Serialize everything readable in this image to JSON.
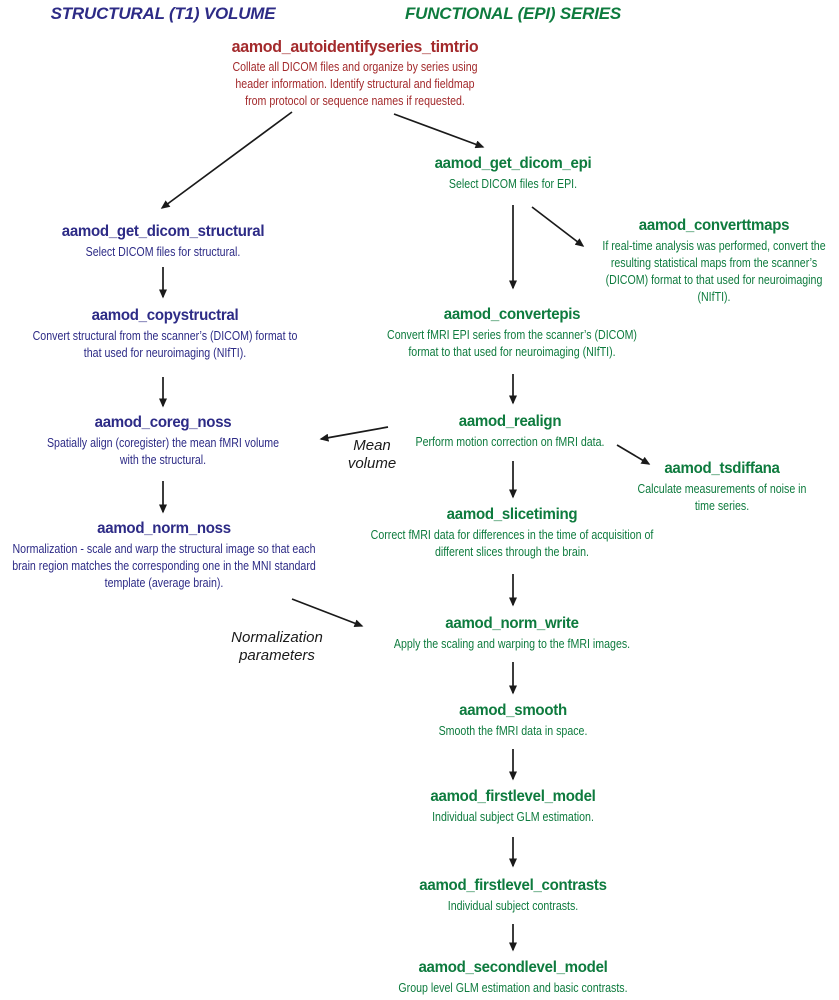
{
  "diagram": {
    "kind": "fMRI analysis pipeline flowchart",
    "colors": {
      "structural_column": "#2d2b86",
      "functional_column": "#0e7b3e",
      "identify_node": "#a32a2c",
      "arrows_and_labels": "#1a1a1a",
      "background": "#ffffff"
    },
    "headers": {
      "structural": "STRUCTURAL (T1) VOLUME",
      "functional": "FUNCTIONAL (EPI) SERIES"
    },
    "nodes": [
      {
        "id": "aamod_autoidentifyseries_timtrio",
        "title": "aamod_autoidentifyseries_timtrio",
        "desc": "Collate all DICOM files and organize by series using\nheader information. Identify structural and fieldmap\nfrom protocol or sequence names if requested."
      },
      {
        "id": "aamod_get_dicom_epi",
        "title": "aamod_get_dicom_epi",
        "desc": "Select DICOM files for EPI."
      },
      {
        "id": "aamod_get_dicom_structural",
        "title": "aamod_get_dicom_structural",
        "desc": "Select DICOM files for structural."
      },
      {
        "id": "aamod_converttmaps",
        "title": "aamod_converttmaps",
        "desc": "If real-time analysis was performed, convert the\nresulting statistical maps from the scanner’s\n(DICOM) format to that used for neuroimaging\n(NIfTI)."
      },
      {
        "id": "aamod_copystructral",
        "title": "aamod_copystructral",
        "desc": "Convert structural from the scanner’s (DICOM) format to\nthat used for neuroimaging (NIfTI)."
      },
      {
        "id": "aamod_convertepis",
        "title": "aamod_convertepis",
        "desc": "Convert fMRI EPI series from the scanner’s (DICOM)\nformat to that used for neuroimaging (NIfTI)."
      },
      {
        "id": "aamod_coreg_noss",
        "title": "aamod_coreg_noss",
        "desc": "Spatially align (coregister) the mean fMRI volume\nwith the structural."
      },
      {
        "id": "aamod_realign",
        "title": "aamod_realign",
        "desc": "Perform motion correction on fMRI data."
      },
      {
        "id": "aamod_tsdiffana",
        "title": "aamod_tsdiffana",
        "desc": "Calculate measurements of noise in\ntime series."
      },
      {
        "id": "aamod_slicetiming",
        "title": "aamod_slicetiming",
        "desc": "Correct fMRI data for differences in the time of acquisition of\ndifferent slices through the brain."
      },
      {
        "id": "aamod_norm_noss",
        "title": "aamod_norm_noss",
        "desc": "Normalization - scale and warp the structural image so that each\nbrain region matches the corresponding one in the MNI standard\ntemplate (average brain)."
      },
      {
        "id": "aamod_norm_write",
        "title": "aamod_norm_write",
        "desc": "Apply the scaling and warping to the fMRI images."
      },
      {
        "id": "aamod_smooth",
        "title": "aamod_smooth",
        "desc": "Smooth the fMRI data in space."
      },
      {
        "id": "aamod_firstlevel_model",
        "title": "aamod_firstlevel_model",
        "desc": "Individual subject GLM estimation."
      },
      {
        "id": "aamod_firstlevel_contrasts",
        "title": "aamod_firstlevel_contrasts",
        "desc": "Individual subject contrasts."
      },
      {
        "id": "aamod_secondlevel_model",
        "title": "aamod_secondlevel_model",
        "desc": "Group level GLM estimation and basic contrasts."
      }
    ],
    "edge_labels": {
      "mean_volume": "Mean\nvolume",
      "normalization_parameters": "Normalization\nparameters"
    }
  }
}
